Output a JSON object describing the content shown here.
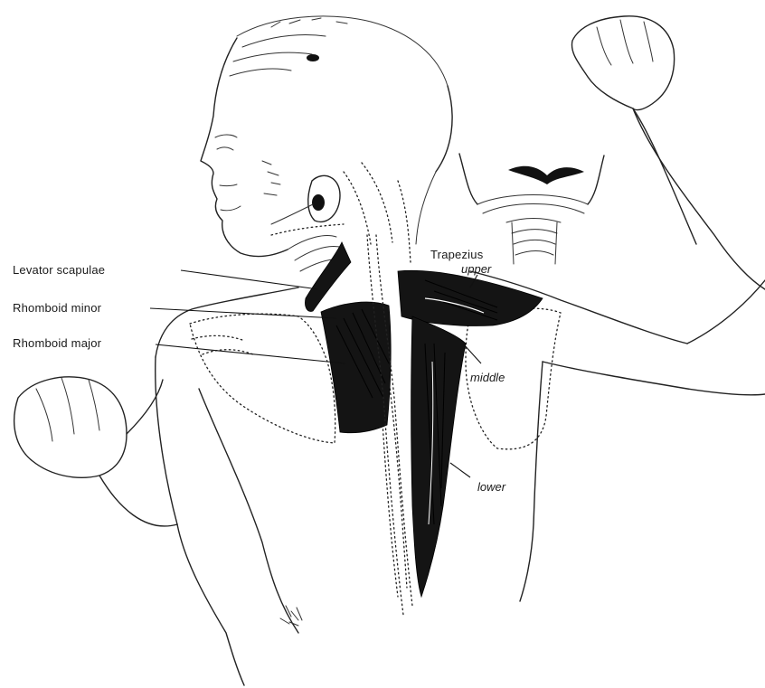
{
  "labels": {
    "levator_scapulae": "Levator scapulae",
    "rhomboid_minor": "Rhomboid minor",
    "rhomboid_major": "Rhomboid major",
    "trapezius": "Trapezius",
    "upper": "upper",
    "middle": "middle",
    "lower": "lower"
  },
  "colors": {
    "ink": "#141414",
    "background": "#ffffff"
  }
}
